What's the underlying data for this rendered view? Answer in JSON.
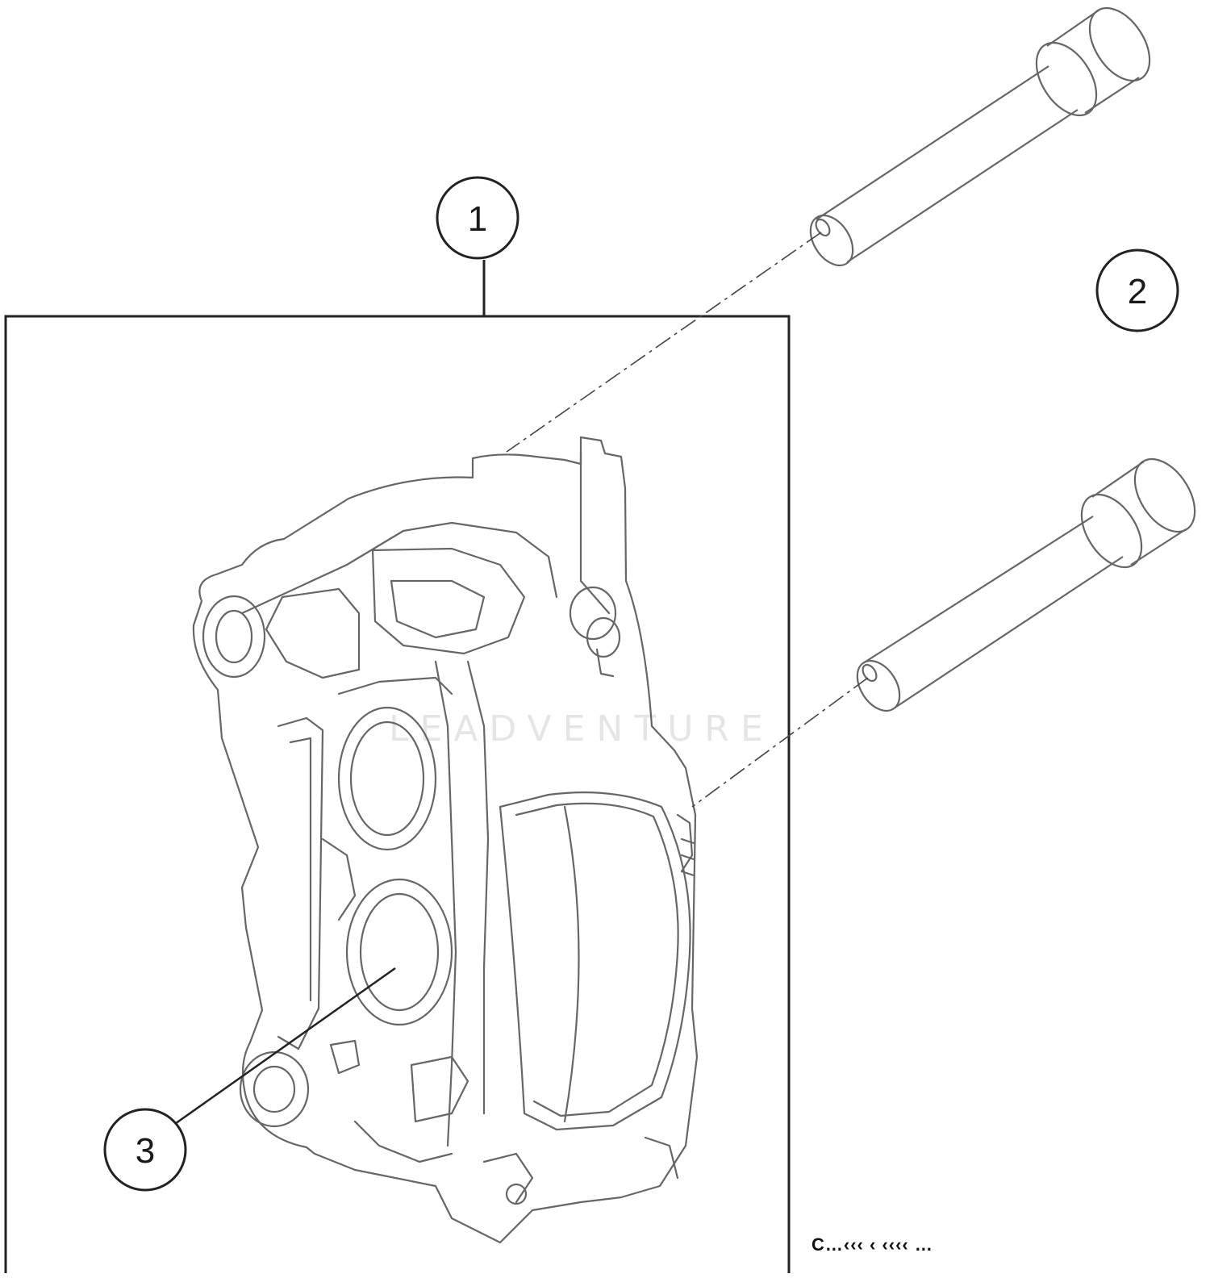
{
  "callouts": [
    {
      "number": "1"
    },
    {
      "number": "2"
    },
    {
      "number": "3"
    }
  ],
  "doc_code": "C…‹‹‹ ‹ ‹‹‹‹ …",
  "watermark": "LEADVENTURE",
  "colors": {
    "line": "#666666",
    "callout_stroke": "#222222",
    "background": "#ffffff"
  }
}
